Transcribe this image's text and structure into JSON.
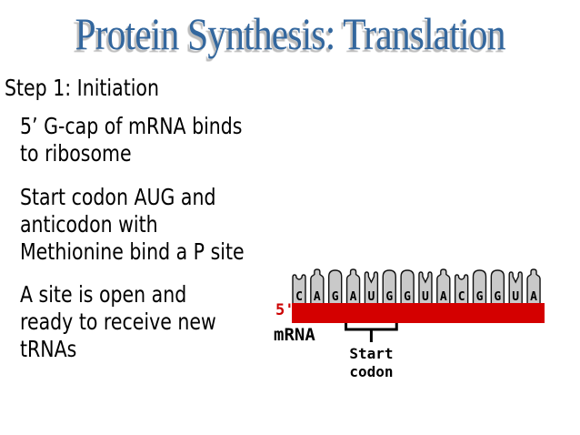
{
  "title": "Protein Synthesis: Translation",
  "step_heading": "Step 1: Initiation",
  "bullets": [
    {
      "lines": [
        "5’ G-cap of mRNA binds",
        "to ribosome"
      ]
    },
    {
      "lines": [
        "Start codon AUG and",
        "anticodon with",
        "Methionine bind a P site"
      ]
    },
    {
      "lines": [
        "A site is open and",
        "ready to receive new",
        "tRNAs"
      ]
    }
  ],
  "diagram": {
    "five_prime_label": "5'",
    "mrna_label": "mRNA",
    "sequence": [
      "C",
      "A",
      "G",
      "A",
      "U",
      "G",
      "G",
      "U",
      "A",
      "C",
      "G",
      "G",
      "U",
      "A"
    ],
    "start_codon": {
      "start_index": 3,
      "length": 3,
      "label_lines": [
        "Start",
        "codon"
      ]
    },
    "colors": {
      "strand": "#d40000",
      "nucleotide_fill": "#c9c9c9",
      "nucleotide_outline": "#111111",
      "label_red": "#cc0000",
      "label_black": "#000000"
    }
  },
  "colors": {
    "title_text": "#33679e",
    "title_shadow": "#bcbcbc",
    "body_text": "#000000",
    "background": "#ffffff"
  }
}
